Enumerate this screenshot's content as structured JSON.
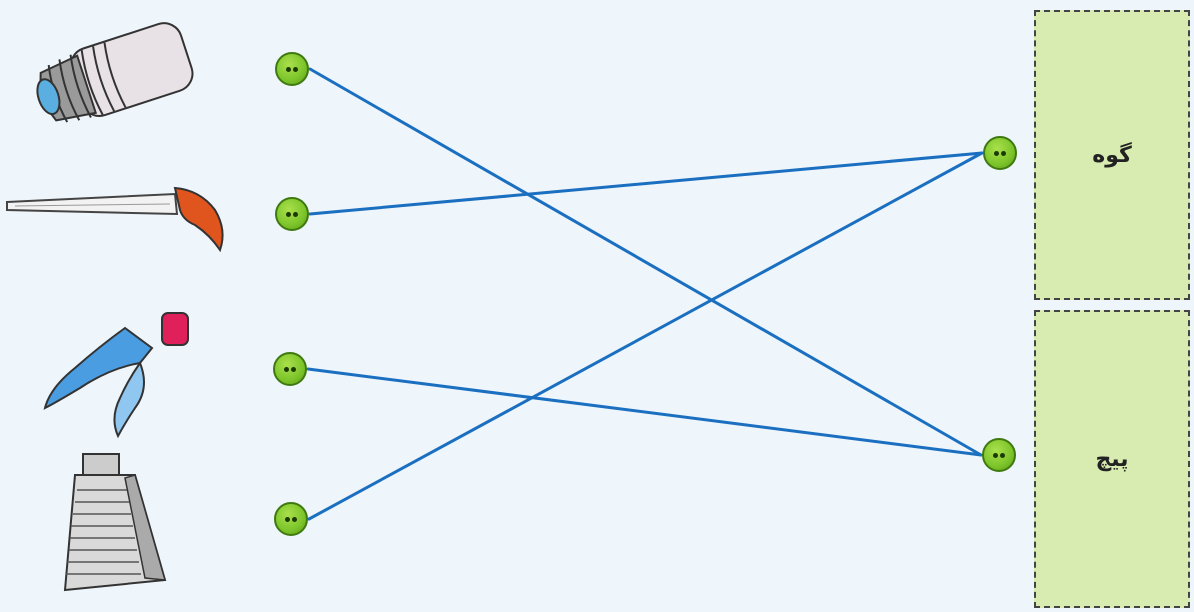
{
  "left_items": [
    {
      "name": "light-bulb-base",
      "icon": "bulb-screw-icon"
    },
    {
      "name": "knife",
      "icon": "knife-icon"
    },
    {
      "name": "bottle",
      "icon": "bottle-icon"
    },
    {
      "name": "grater",
      "icon": "grater-icon"
    }
  ],
  "right_boxes": [
    {
      "label": "گوه"
    },
    {
      "label": "پیچ"
    }
  ],
  "connections": [
    {
      "from": 0,
      "to": 1
    },
    {
      "from": 1,
      "to": 0
    },
    {
      "from": 2,
      "to": 1
    },
    {
      "from": 3,
      "to": 0
    }
  ],
  "colors": {
    "line": "#1b6fc0",
    "dot": "#7cc42a",
    "box": "#d8ebb0"
  }
}
